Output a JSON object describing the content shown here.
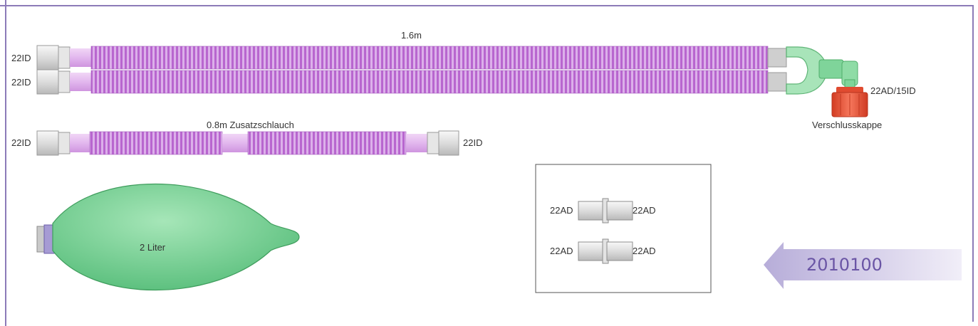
{
  "product": {
    "tube_length_main": "1.6m",
    "extension_tube": "0.8m Zusatzschlauch",
    "bag": "2 Liter",
    "cap": "Verschlusskappe",
    "cap_spec": "22AD/15ID",
    "article_number": "2010100"
  },
  "ports": {
    "main_tube_top_left": "22ID",
    "main_tube_bottom_left": "22ID",
    "extension_left": "22ID",
    "extension_right": "22ID"
  },
  "connectors": [
    {
      "left": "22AD",
      "right": "22AD"
    },
    {
      "left": "22AD",
      "right": "22AD"
    }
  ],
  "colors": {
    "frame": "#8c7bb8",
    "tube": "#d8a8e6",
    "tube_rib": "#b768cf",
    "bag": "#7fd49a",
    "cap": "#ee5a3e",
    "ypiece": "#8fdca6",
    "arrow": "#c6bde0",
    "article_text": "#6a55a5"
  }
}
